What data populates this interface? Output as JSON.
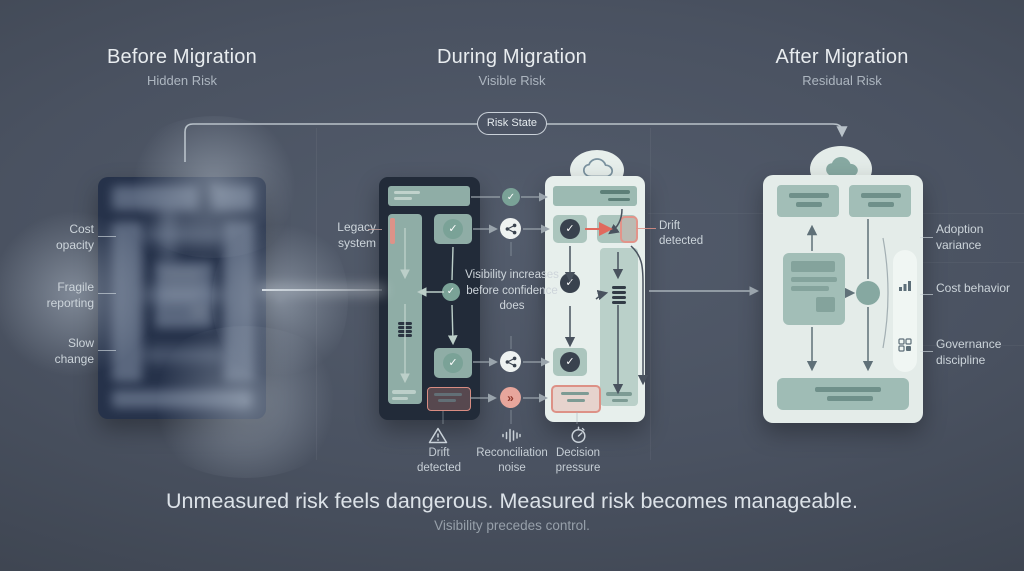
{
  "titles": {
    "before": {
      "title": "Before Migration",
      "subtitle": "Hidden Risk"
    },
    "during": {
      "title": "During Migration",
      "subtitle": "Visible Risk"
    },
    "after": {
      "title": "After Migration",
      "subtitle": "Residual Risk"
    }
  },
  "risk_state_label": "Risk State",
  "before_labels": [
    "Cost opacity",
    "Fragile reporting",
    "Slow change"
  ],
  "during_labels": {
    "legacy": "Legacy system",
    "visibility_note": "Visibility increases before confidence does",
    "drift_side": "Drift detected"
  },
  "bottom_indicators": [
    {
      "icon": "alert-triangle-icon",
      "label": "Drift detected"
    },
    {
      "icon": "waveform-icon",
      "label": "Reconciliation noise"
    },
    {
      "icon": "gauge-icon",
      "label": "Decision pressure"
    }
  ],
  "after_labels": [
    "Adoption variance",
    "Cost behavior",
    "Governance discipline"
  ],
  "footer": {
    "headline": "Unmeasured risk feels dangerous. Measured risk becomes manageable.",
    "subline": "Visibility precedes control."
  },
  "colors": {
    "background": "#4a5261",
    "panel_dark": "#222b39",
    "panel_light": "#e7efec",
    "teal_block": "#8fada6",
    "teal_check": "#7aa297",
    "salmon": "#e2948a",
    "alert_red": "#e06a5e",
    "text_primary": "#e8ecef",
    "text_muted": "#adb6c0"
  }
}
